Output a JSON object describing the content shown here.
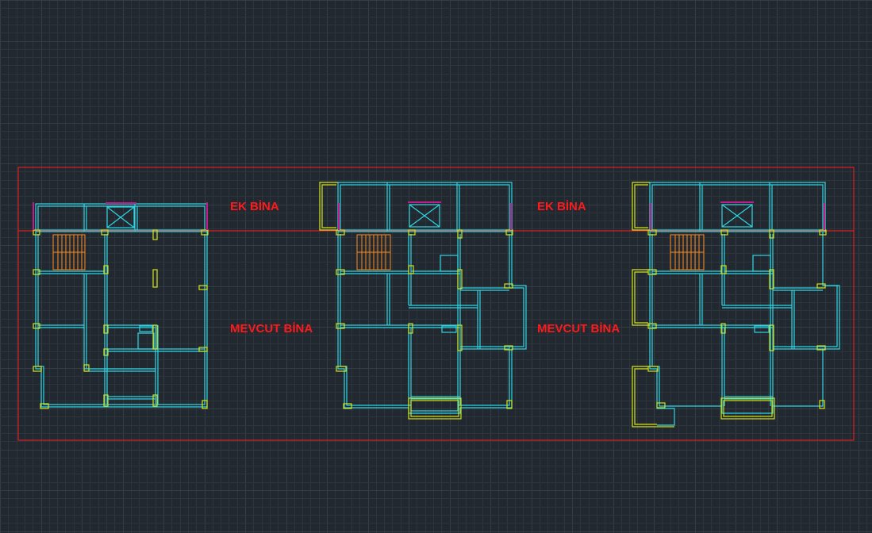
{
  "drawing": {
    "labels": {
      "ek_bina": "EK BİNA",
      "mevcut_bina": "MEVCUT BİNA"
    },
    "colors": {
      "background": "#212830",
      "grid": "#2c343c",
      "grid_major": "#343d46",
      "walls": "#2fd5e3",
      "columns": "#d4e21c",
      "stairs": "#ff8a1c",
      "boundary": "#ff1a1a",
      "magenta": "#c41a8a",
      "text": "#ff1a1a"
    },
    "plans": [
      {
        "name": "plan-left"
      },
      {
        "name": "plan-middle"
      },
      {
        "name": "plan-right"
      }
    ]
  }
}
